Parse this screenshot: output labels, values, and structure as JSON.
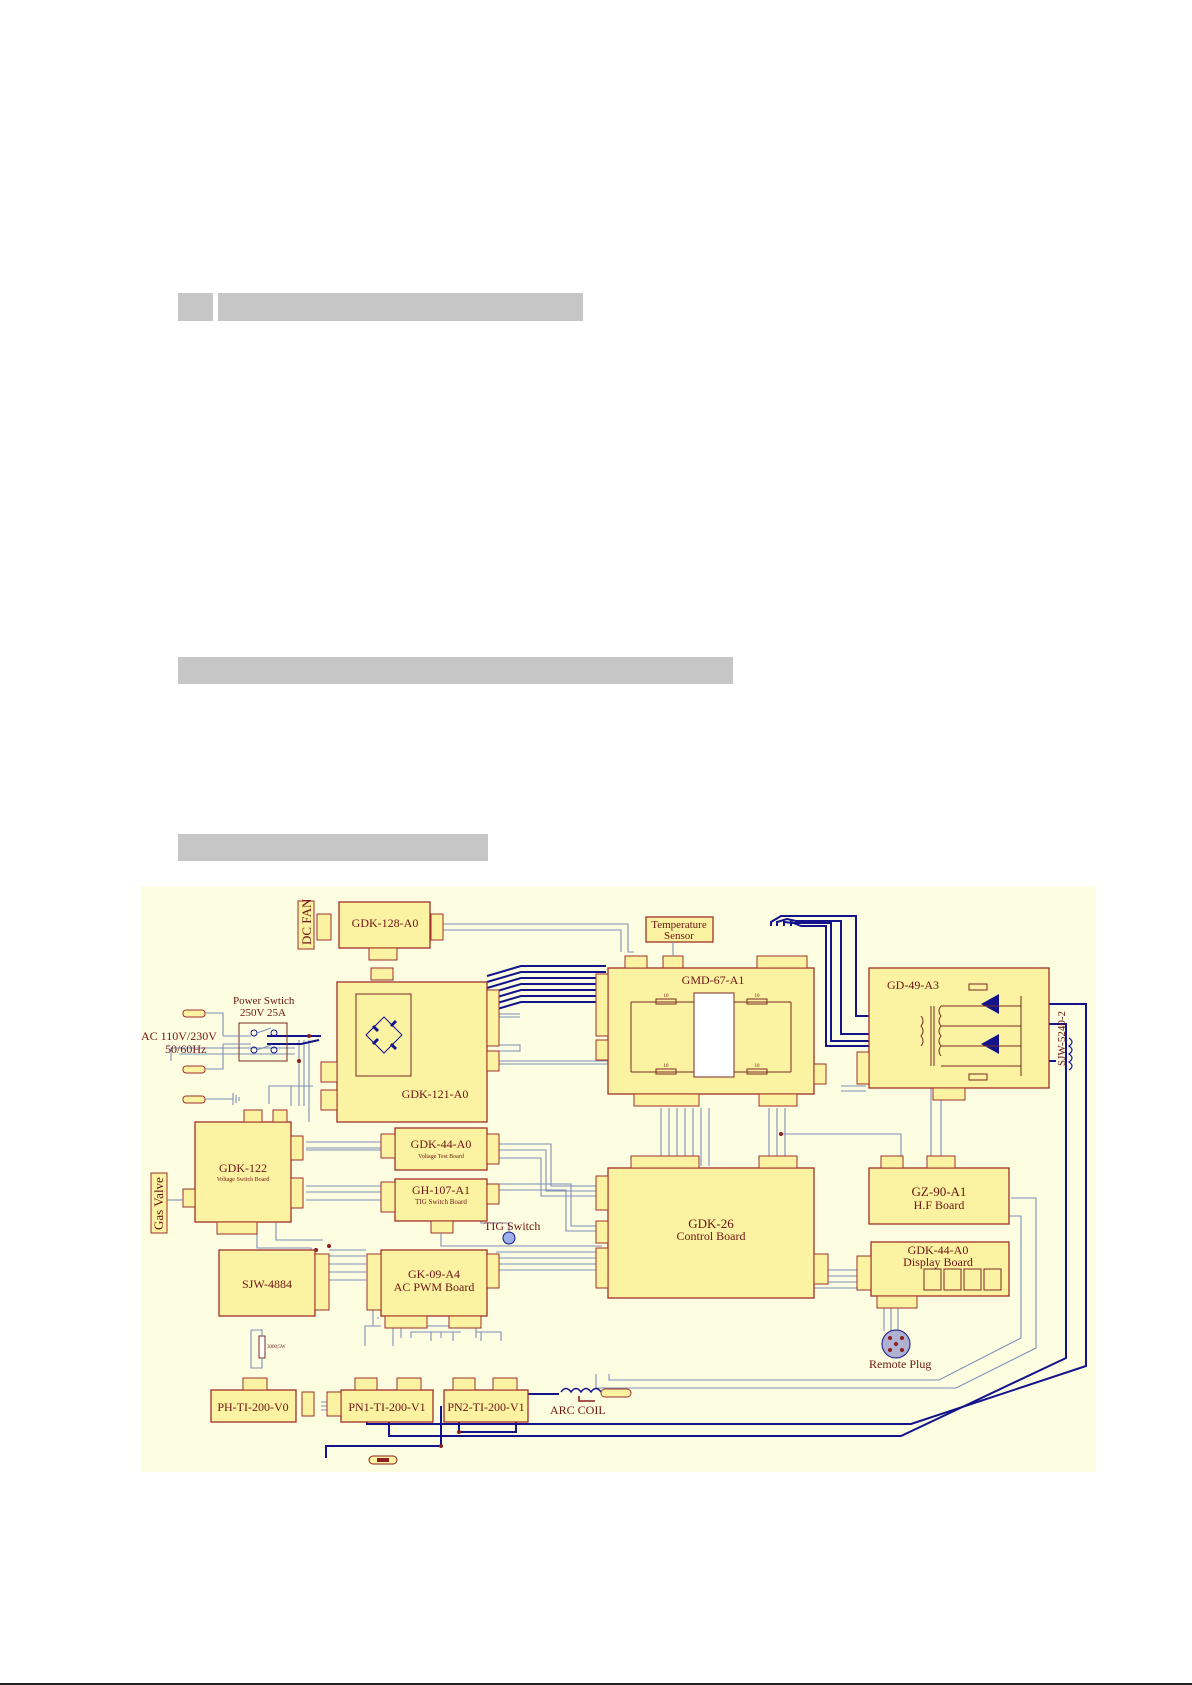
{
  "page": {
    "heading_bars": [
      "",
      "",
      "",
      ""
    ]
  },
  "schematic": {
    "blocks": {
      "dc_fan": "DC FAN",
      "gdk128": "GDK-128-A0",
      "temp_sensor_1": "Temperature",
      "temp_sensor_2": "Sensor",
      "gmd67": "GMD-67-A1",
      "gd49": "GD-49-A3",
      "sjw5240": "SJW-5240-2",
      "power_switch_1": "Power Swtich",
      "power_switch_2": "250V 25A",
      "ac_in_1": "AC 110V/230V",
      "ac_in_2": "50/60Hz",
      "gdk121": "GDK-121-A0",
      "gdk122": "GDK-122",
      "gdk122_sub": "Voltage Switch Board",
      "gas_valve": "Gas Valve",
      "gdk44_top": "GDK-44-A0",
      "gdk44_top_sub": "Voltage Test Board",
      "gh107": "GH-107-A1",
      "gh107_sub": "TIG Switch Board",
      "tig_switch": "TIG Switch",
      "gdk26": "GDK-26",
      "gdk26_sub": "Control Board",
      "gz90": "GZ-90-A1",
      "gz90_sub": "H.F Board",
      "gdk44_disp": "GDK-44-A0",
      "gdk44_disp_sub": "Display Board",
      "sjw4884": "SJW-4884",
      "gk09": "GK-09-A4",
      "gk09_sub": "AC PWM Board",
      "remote_plug": "Remote Plug",
      "resistor": "3000;5W",
      "ph_ti": "PH-TI-200-V0",
      "pn1": "PN1-TI-200-V1",
      "pn2": "PN2-TI-200-V1",
      "arc_coil": "ARC COIL",
      "r10_a": "10",
      "r10_b": "10",
      "r10_c": "10",
      "r10_d": "10"
    },
    "colors": {
      "background": "#fdfde2",
      "block_fill": "#fbf2a2",
      "block_border": "#a0302a",
      "signal_wire": "#7f8fb8",
      "power_wire": "#13138c"
    }
  }
}
